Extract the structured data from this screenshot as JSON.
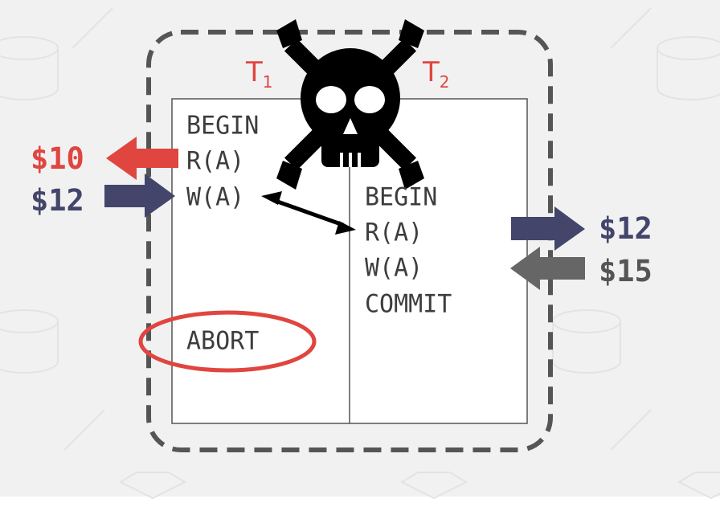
{
  "colors": {
    "background": "#f1f1f2",
    "red": "#e0453f",
    "navy": "#43456a",
    "gray": "#666666",
    "text": "#3d3d3d",
    "black": "#000000"
  },
  "icons": {
    "skull": "skull-crossbones-icon"
  },
  "transactions": {
    "t1": {
      "label_main": "T",
      "label_sub": "1",
      "ops": [
        "BEGIN",
        "R(A)",
        "W(A)",
        "ABORT"
      ]
    },
    "t2": {
      "label_main": "T",
      "label_sub": "2",
      "ops": [
        "BEGIN",
        "R(A)",
        "W(A)",
        "COMMIT"
      ]
    }
  },
  "values": {
    "t1_read": "$10",
    "t1_write": "$12",
    "t2_read": "$12",
    "t2_write": "$15"
  }
}
